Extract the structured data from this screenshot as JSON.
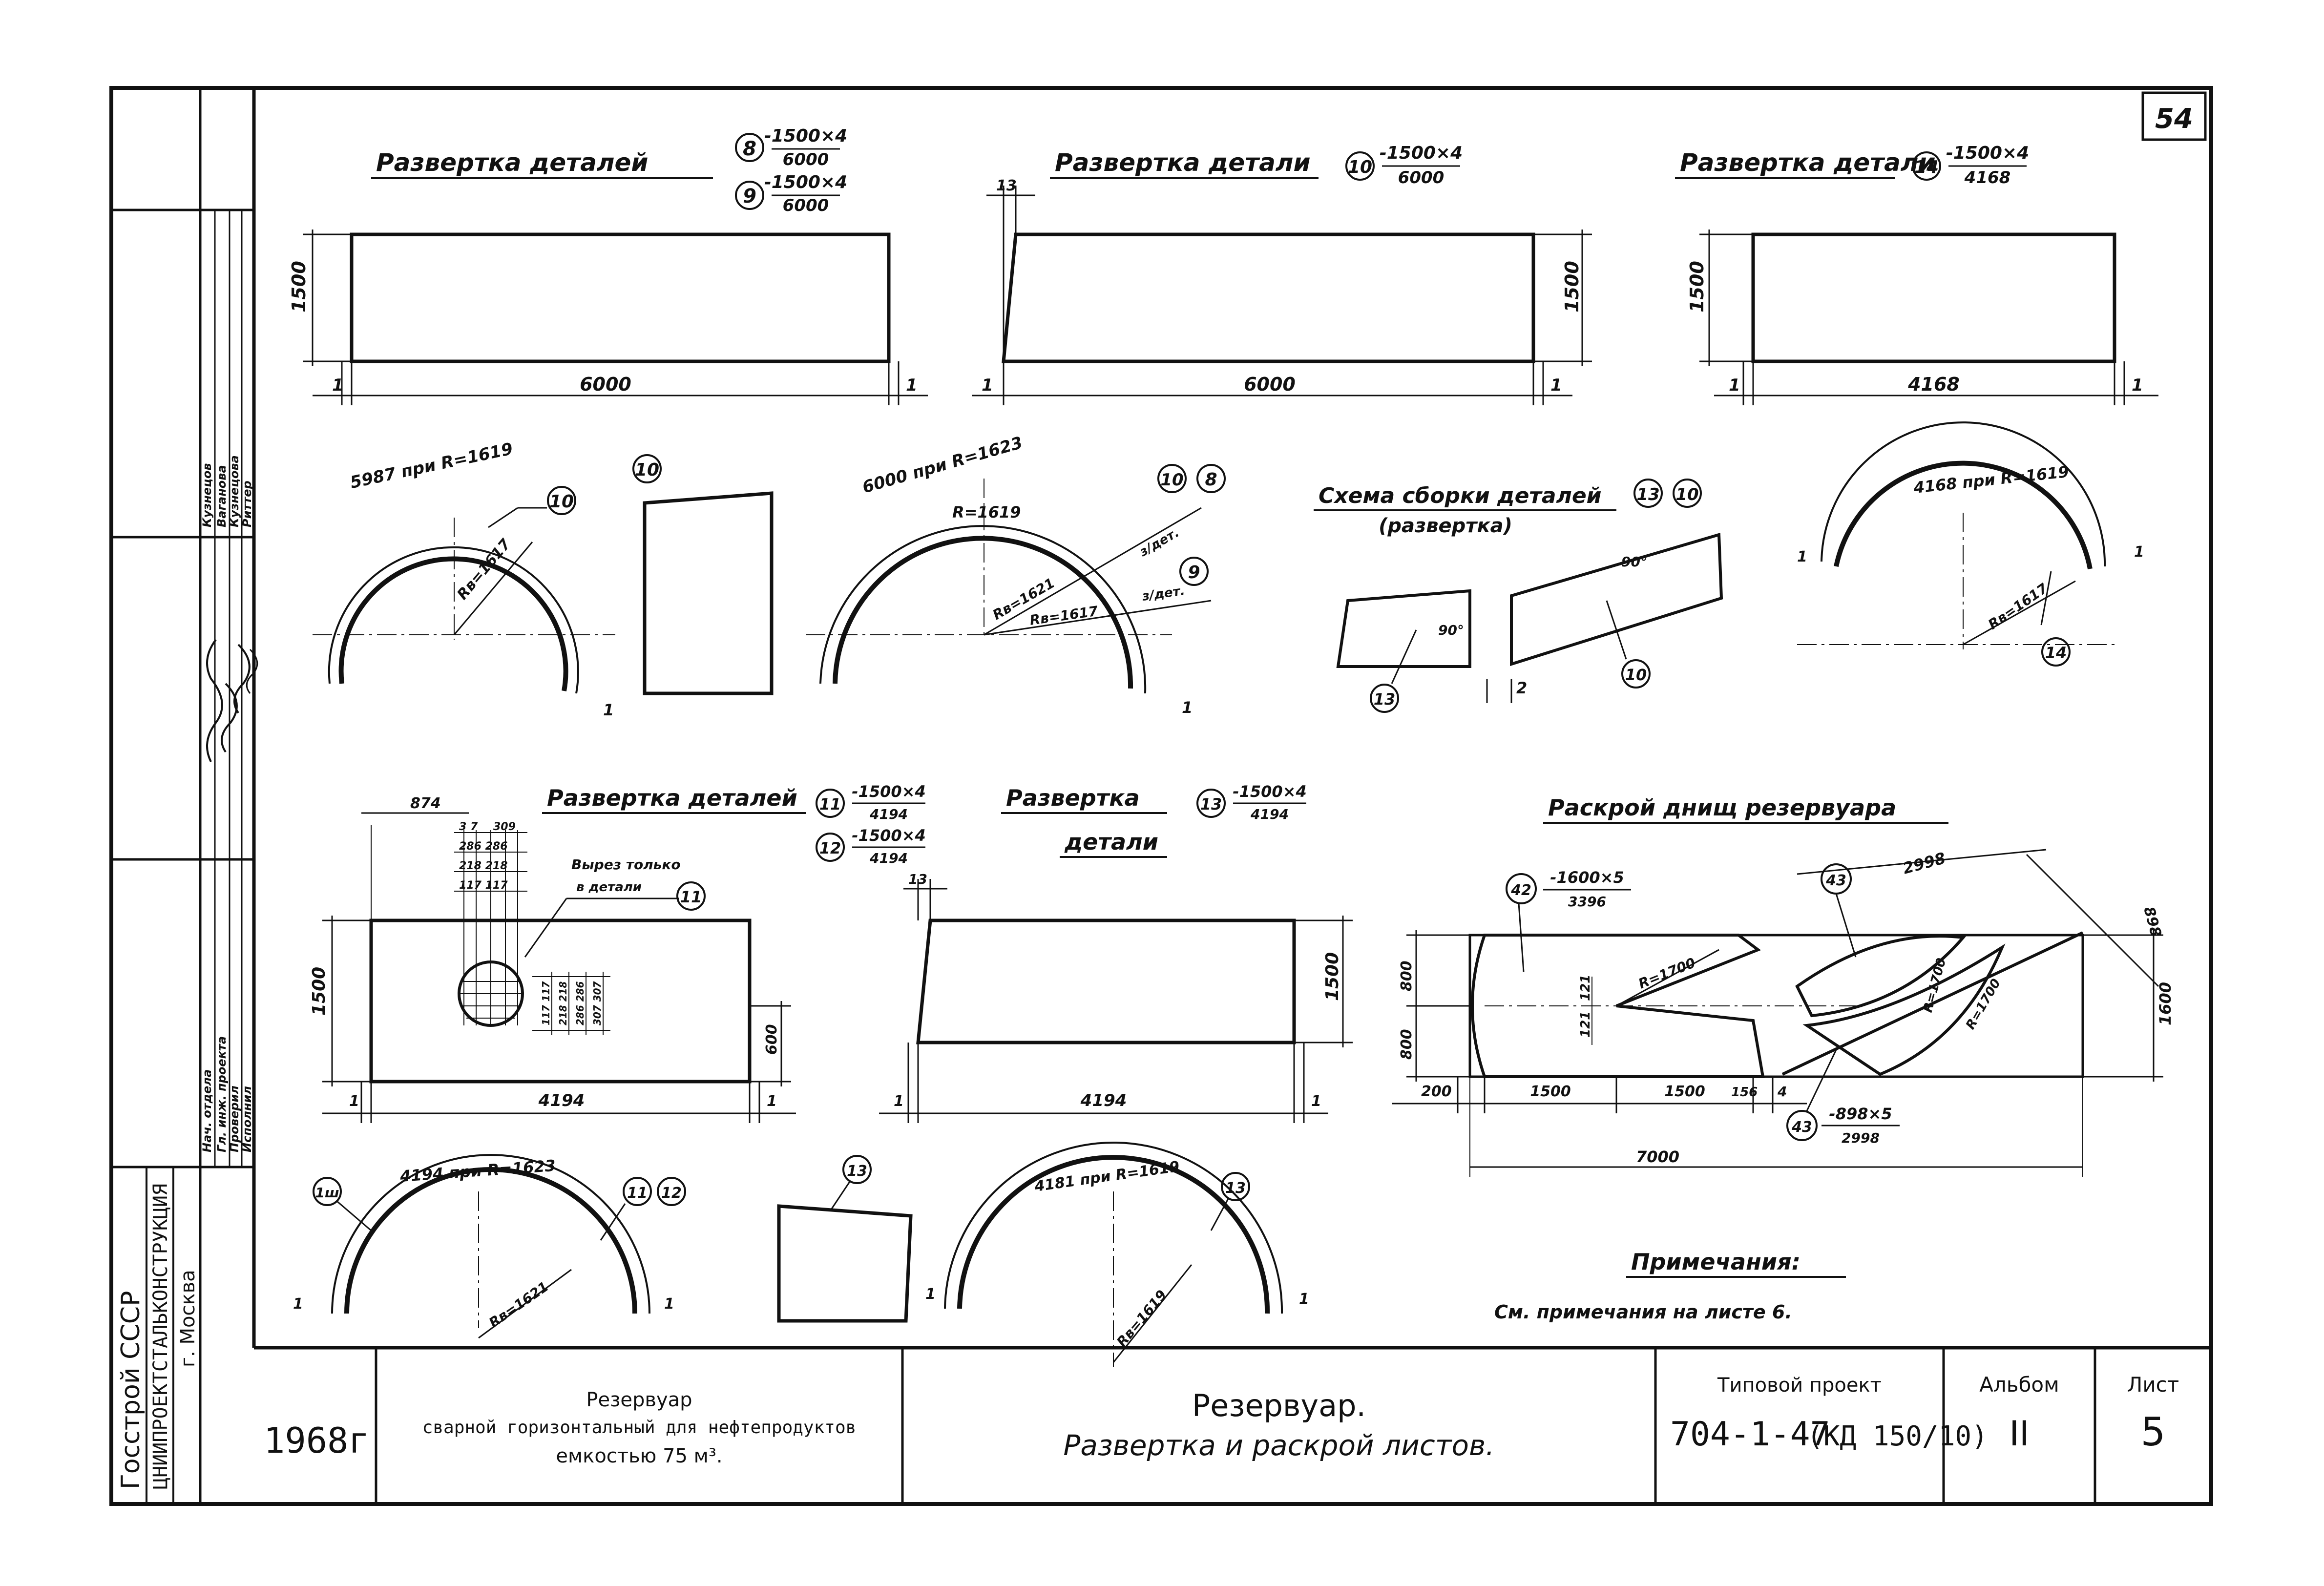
{
  "sheet_number_corner": "54",
  "side_stamp": {
    "org_line1": "Госстрой СССР",
    "org_line2": "ЦНИИПРОЕКТСТАЛЬКОНСТРУКЦИЯ",
    "org_line3": "г. Москва",
    "roles": [
      "Нач. отдела",
      "Гл. инж. проекта",
      "Проверил",
      "Исполнил"
    ],
    "names": [
      "Кузнецов",
      "Ваганова",
      "Кузнецова",
      "Риттер"
    ]
  },
  "views": {
    "dev_8_9": {
      "title": "Развертка деталей",
      "part_a": "8",
      "part_a_spec_top": "-1500×4",
      "part_a_spec_bot": "6000",
      "part_b": "9",
      "part_b_spec_top": "-1500×4",
      "part_b_spec_bot": "6000",
      "dim_height": "1500",
      "dim_len": "6000",
      "dim_left": "1",
      "dim_right": "1"
    },
    "dev_10": {
      "title": "Развертка детали",
      "part": "10",
      "spec_top": "-1500×4",
      "spec_bot": "6000",
      "dim_height": "1500",
      "dim_len": "6000",
      "dim_top": "13",
      "dim_left": "1",
      "dim_right": "1"
    },
    "dev_14": {
      "title": "Развертка детали",
      "part": "14",
      "spec_top": "-1500×4",
      "spec_bot": "4168",
      "dim_height": "1500",
      "dim_len": "4168",
      "dim_left": "1",
      "dim_right": "1"
    },
    "arc_10": {
      "arc_label": "5987 при R=1619",
      "radius": "Rв=1617",
      "part": "10",
      "dim": "1",
      "plate_part": "10"
    },
    "arc_8_9": {
      "arc_label": "6000 при R=1623",
      "r_label": "R=1619",
      "rb1": "Rв=1621",
      "rb2": "Rв=1617",
      "part_a": "10",
      "part_b": "8",
      "part_c": "9",
      "note_a": "з/дет.",
      "note_b": "з/дет.",
      "dim": "1"
    },
    "assembly": {
      "title": "Схема сборки деталей",
      "part_a": "13",
      "part_b": "10",
      "subtitle": "(развертка)",
      "angle": "90°",
      "gap": "2",
      "call_a": "13",
      "call_b": "10"
    },
    "arc_14": {
      "arc_label": "4168 при R=1619",
      "radius": "Rв=1617",
      "part": "14",
      "dim": "1"
    },
    "dev_11_12": {
      "title": "Развертка деталей",
      "part_a": "11",
      "spec_a_top": "-1500×4",
      "spec_a_bot": "4194",
      "part_b": "12",
      "spec_b_top": "-1500×4",
      "spec_b_bot": "4194",
      "cut_note_1": "Вырез только",
      "cut_note_2": "в детали",
      "cut_part": "11",
      "dim_left_top": "874",
      "ladder": [
        "3 7",
        "309",
        "286 286",
        "218 218",
        "117 117"
      ],
      "vert_dims": [
        "117 117",
        "218 218",
        "286 286",
        "307 307"
      ],
      "dim_height": "1500",
      "dim_600": "600",
      "dim_len": "4194",
      "dim_left": "1",
      "dim_right": "1"
    },
    "dev_13": {
      "title_a": "Развертка",
      "title_b": "детали",
      "part": "13",
      "spec_top": "-1500×4",
      "spec_bot": "4194",
      "dim_top": "13",
      "dim_height": "1500",
      "dim_len": "4194",
      "dim_left": "1",
      "dim_right": "1"
    },
    "bottoms": {
      "title": "Раскрой днищ резервуара",
      "part_42": "42",
      "spec_42_top": "-1600×5",
      "spec_42_bot": "3396",
      "part_43": "43",
      "spec_43_top": "-898×5",
      "spec_43_bot": "2998",
      "dim_2998": "2998",
      "dim_898": "898",
      "dim_1600": "1600",
      "dim_800a": "800",
      "dim_800b": "800",
      "r_1700": "R=1700",
      "r_a": "R=1700",
      "r_b": "R=1700",
      "d_121a": "121",
      "d_121b": "121",
      "dims_bottom": [
        "200",
        "1500",
        "1500",
        "156",
        "4"
      ],
      "dim_total": "7000"
    },
    "arc_11_12": {
      "arc_label": "4194 при R=1623",
      "radius": "Rв=1621",
      "part_left": "1ш",
      "part_a": "11",
      "part_b": "12",
      "dim": "1"
    },
    "plate_13": {
      "part": "13"
    },
    "arc_13": {
      "arc_label": "4181 при R=1619",
      "radius": "Rв=1619",
      "part": "13",
      "dim": "1"
    }
  },
  "notes": {
    "heading": "Примечания:",
    "text": "См. примечания на листе 6."
  },
  "title_block": {
    "year": "1968г",
    "object_line1": "Резервуар",
    "object_line2": "сварной горизонтальный для нефтепродуктов",
    "object_line3": "емкостью 75 м³.",
    "sheet_title_1": "Резервуар.",
    "sheet_title_2": "Развертка и раскрой листов.",
    "project_label": "Типовой проект",
    "project_number": "704-1-47",
    "project_code": "(КД 150/10)",
    "album_label": "Альбом",
    "album_value": "II",
    "sheet_label": "Лист",
    "sheet_value": "5"
  }
}
